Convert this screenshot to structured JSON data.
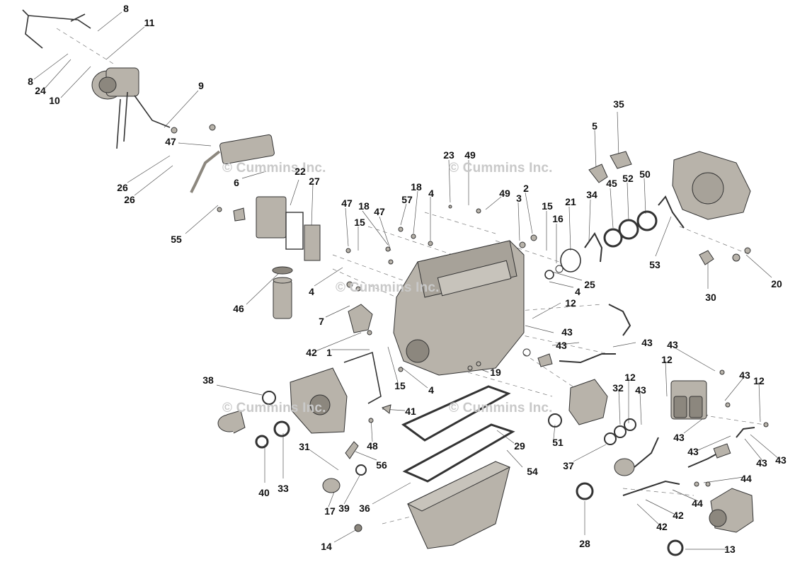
{
  "watermark_text": "© Cummins Inc.",
  "callouts": [
    "8",
    "11",
    "8",
    "24",
    "10",
    "9",
    "47",
    "26",
    "26",
    "6",
    "22",
    "27",
    "55",
    "46",
    "23",
    "49",
    "49",
    "3",
    "2",
    "57",
    "18",
    "4",
    "47",
    "18",
    "47",
    "15",
    "15",
    "16",
    "21",
    "34",
    "45",
    "52",
    "50",
    "5",
    "35",
    "53",
    "30",
    "20",
    "4",
    "7",
    "25",
    "4",
    "12",
    "43",
    "43",
    "43",
    "42",
    "1",
    "19",
    "15",
    "4",
    "38",
    "41",
    "48",
    "31",
    "56",
    "17",
    "39",
    "40",
    "33",
    "36",
    "14",
    "29",
    "54",
    "51",
    "37",
    "28",
    "32",
    "12",
    "43",
    "43",
    "12",
    "43",
    "12",
    "43",
    "43",
    "43",
    "43",
    "44",
    "44",
    "42",
    "42",
    "13"
  ],
  "colors": {
    "line": "#333333",
    "part_fill": "#b8b3aa",
    "part_dark": "#8c877e",
    "watermark": "#c9c9c9"
  }
}
